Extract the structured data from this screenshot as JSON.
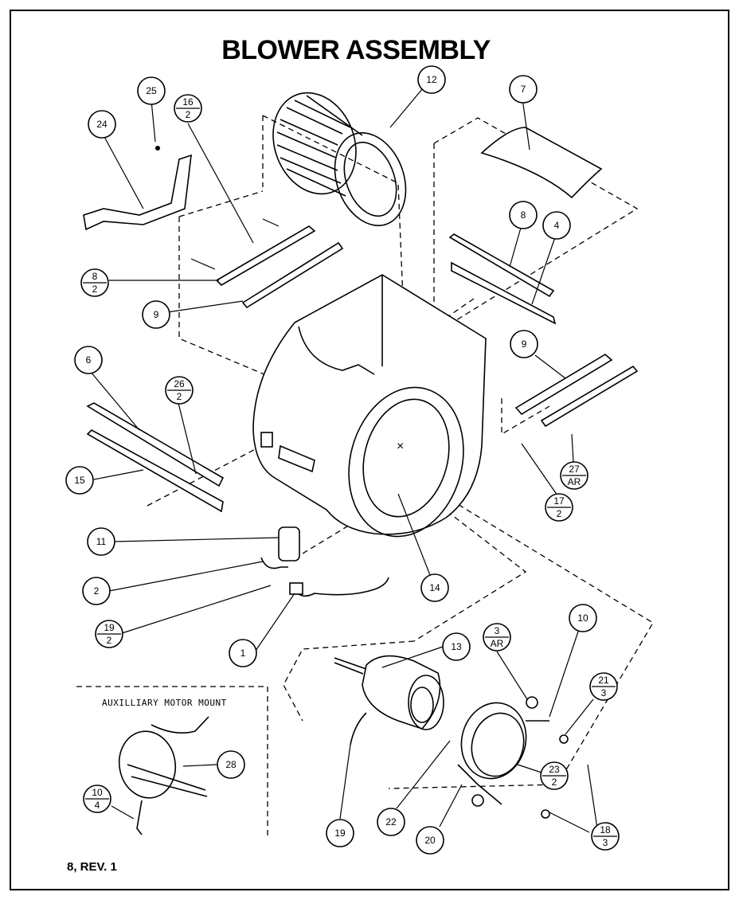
{
  "title": "BLOWER ASSEMBLY",
  "inset_title": "AUXILLIARY MOTOR MOUNT",
  "footer": "8, REV. 1",
  "callouts": [
    {
      "num": "25",
      "den": ""
    },
    {
      "num": "16",
      "den": "2"
    },
    {
      "num": "24",
      "den": ""
    },
    {
      "num": "12",
      "den": ""
    },
    {
      "num": "7",
      "den": ""
    },
    {
      "num": "8",
      "den": ""
    },
    {
      "num": "4",
      "den": ""
    },
    {
      "num": "8",
      "den": "2"
    },
    {
      "num": "9",
      "den": ""
    },
    {
      "num": "6",
      "den": ""
    },
    {
      "num": "26",
      "den": "2"
    },
    {
      "num": "9",
      "den": ""
    },
    {
      "num": "15",
      "den": ""
    },
    {
      "num": "27",
      "den": "AR"
    },
    {
      "num": "17",
      "den": "2"
    },
    {
      "num": "11",
      "den": ""
    },
    {
      "num": "14",
      "den": ""
    },
    {
      "num": "2",
      "den": ""
    },
    {
      "num": "19",
      "den": "2"
    },
    {
      "num": "1",
      "den": ""
    },
    {
      "num": "10",
      "den": ""
    },
    {
      "num": "13",
      "den": ""
    },
    {
      "num": "3",
      "den": "AR"
    },
    {
      "num": "21",
      "den": "3"
    },
    {
      "num": "28",
      "den": ""
    },
    {
      "num": "23",
      "den": "2"
    },
    {
      "num": "10",
      "den": "4"
    },
    {
      "num": "18",
      "den": "3"
    },
    {
      "num": "19",
      "den": ""
    },
    {
      "num": "22",
      "den": ""
    },
    {
      "num": "20",
      "den": ""
    }
  ]
}
